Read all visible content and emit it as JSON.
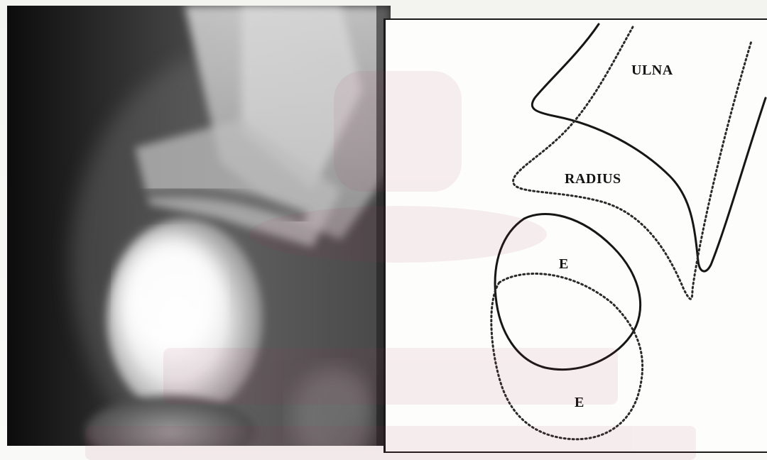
{
  "figure": {
    "labels": {
      "ulna": "ULNA",
      "radius": "RADIUS",
      "epiphysis_solid": "E",
      "epiphysis_dotted": "E"
    }
  }
}
